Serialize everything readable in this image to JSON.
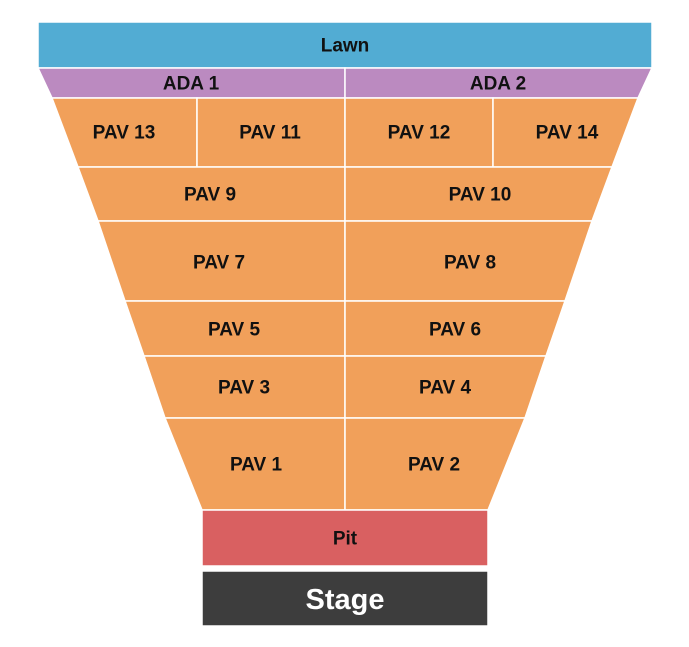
{
  "colors": {
    "lawn": "#52acd3",
    "ada": "#bb8ac0",
    "pavilion": "#f1a05a",
    "pit": "#d96061",
    "stage": "#3d3d3d"
  },
  "sections": {
    "lawn": "Lawn",
    "ada_1": "ADA 1",
    "ada_2": "ADA 2",
    "pav_13": "PAV 13",
    "pav_11": "PAV 11",
    "pav_12": "PAV 12",
    "pav_14": "PAV 14",
    "pav_9": "PAV 9",
    "pav_10": "PAV 10",
    "pav_7": "PAV 7",
    "pav_8": "PAV 8",
    "pav_5": "PAV 5",
    "pav_6": "PAV 6",
    "pav_3": "PAV 3",
    "pav_4": "PAV 4",
    "pav_1": "PAV 1",
    "pav_2": "PAV 2",
    "pit": "Pit",
    "stage": "Stage"
  }
}
